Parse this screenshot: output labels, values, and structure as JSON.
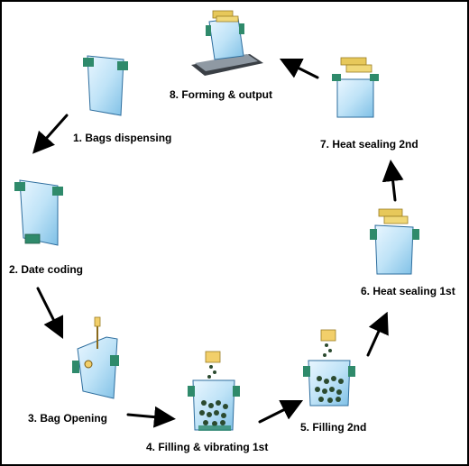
{
  "steps": [
    {
      "label": "1. Bags dispensing"
    },
    {
      "label": "2. Date coding"
    },
    {
      "label": "3. Bag Opening"
    },
    {
      "label": "4. Filling & vibrating 1st"
    },
    {
      "label": "5. Filling 2nd"
    },
    {
      "label": "6. Heat sealing 1st"
    },
    {
      "label": "7. Heat sealing 2nd"
    },
    {
      "label": "8. Forming & output"
    }
  ],
  "colors": {
    "bag_fill": "#bfe3f7",
    "bag_edge": "#2e6e9e",
    "clamp": "#2f8a6b",
    "sealer": "#e7c85a",
    "funnel": "#f2cf6a",
    "product": "#2b4a2f",
    "arrow": "#000000"
  },
  "icons": [
    "bag-icon",
    "clamp-icon",
    "date-stamp-icon",
    "opening-rod-icon",
    "funnel-icon",
    "product-pellets-icon",
    "heat-sealer-icon",
    "conveyor-icon",
    "arrow-icon"
  ]
}
